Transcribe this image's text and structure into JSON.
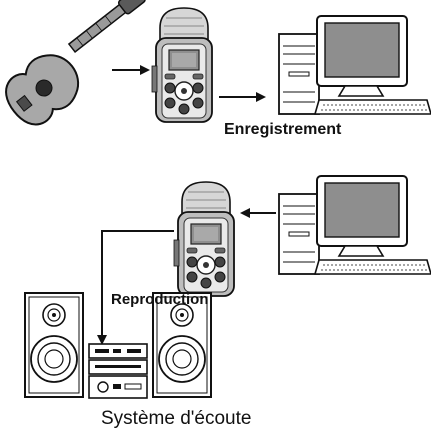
{
  "labels": {
    "recording": "Enregistrement",
    "playback": "Reproduction",
    "listening_system": "Système d'écoute"
  },
  "colors": {
    "device_body": "#b9b9b9",
    "device_dark": "#4a4a4a",
    "screen": "#9a9a9a",
    "outline": "#111111",
    "background": "#ffffff"
  },
  "icons": {
    "guitar": "acoustic-guitar-icon",
    "recorder": "handheld-recorder-icon",
    "computer": "desktop-computer-icon",
    "speaker": "monitor-speaker-icon",
    "amplifier": "stereo-amplifier-icon"
  }
}
